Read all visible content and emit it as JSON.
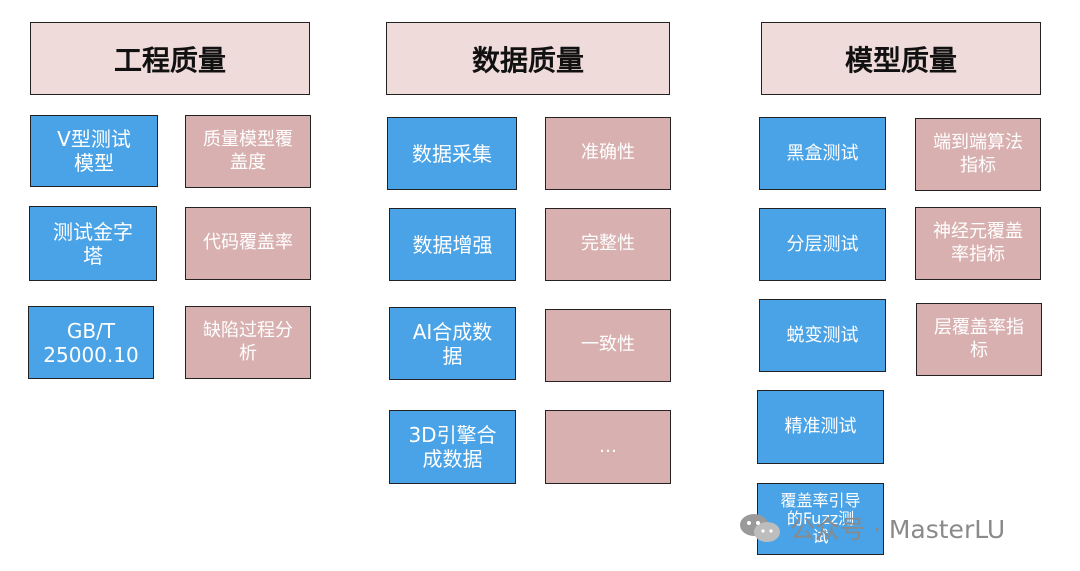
{
  "engineering": {
    "title": "工程质量",
    "left": [
      "V型测试\n模型",
      "测试金字\n塔",
      "GB/T\n25000.10"
    ],
    "right": [
      "质量模型覆\n盖度",
      "代码覆盖率",
      "缺陷过程分\n析"
    ]
  },
  "data": {
    "title": "数据质量",
    "left": [
      "数据采集",
      "数据增强",
      "AI合成数\n据",
      "3D引擎合\n成数据"
    ],
    "right": [
      "准确性",
      "完整性",
      "一致性",
      "…"
    ]
  },
  "model": {
    "title": "模型质量",
    "left": [
      "黑盒测试",
      "分层测试",
      "蜕变测试",
      "精准测试",
      "覆盖率引导\n的Fuzz测\n试"
    ],
    "right": [
      "端到端算法\n指标",
      "神经元覆盖\n率指标",
      "层覆盖率指\n标"
    ]
  },
  "colors": {
    "header_bg": "#f0dbdb",
    "blue_box": "#4aa3e6",
    "pink_box": "#d9b0b0",
    "border": "#222222"
  },
  "watermark": {
    "icon": "wechat-icon",
    "text": "公众号 · MasterLU"
  }
}
